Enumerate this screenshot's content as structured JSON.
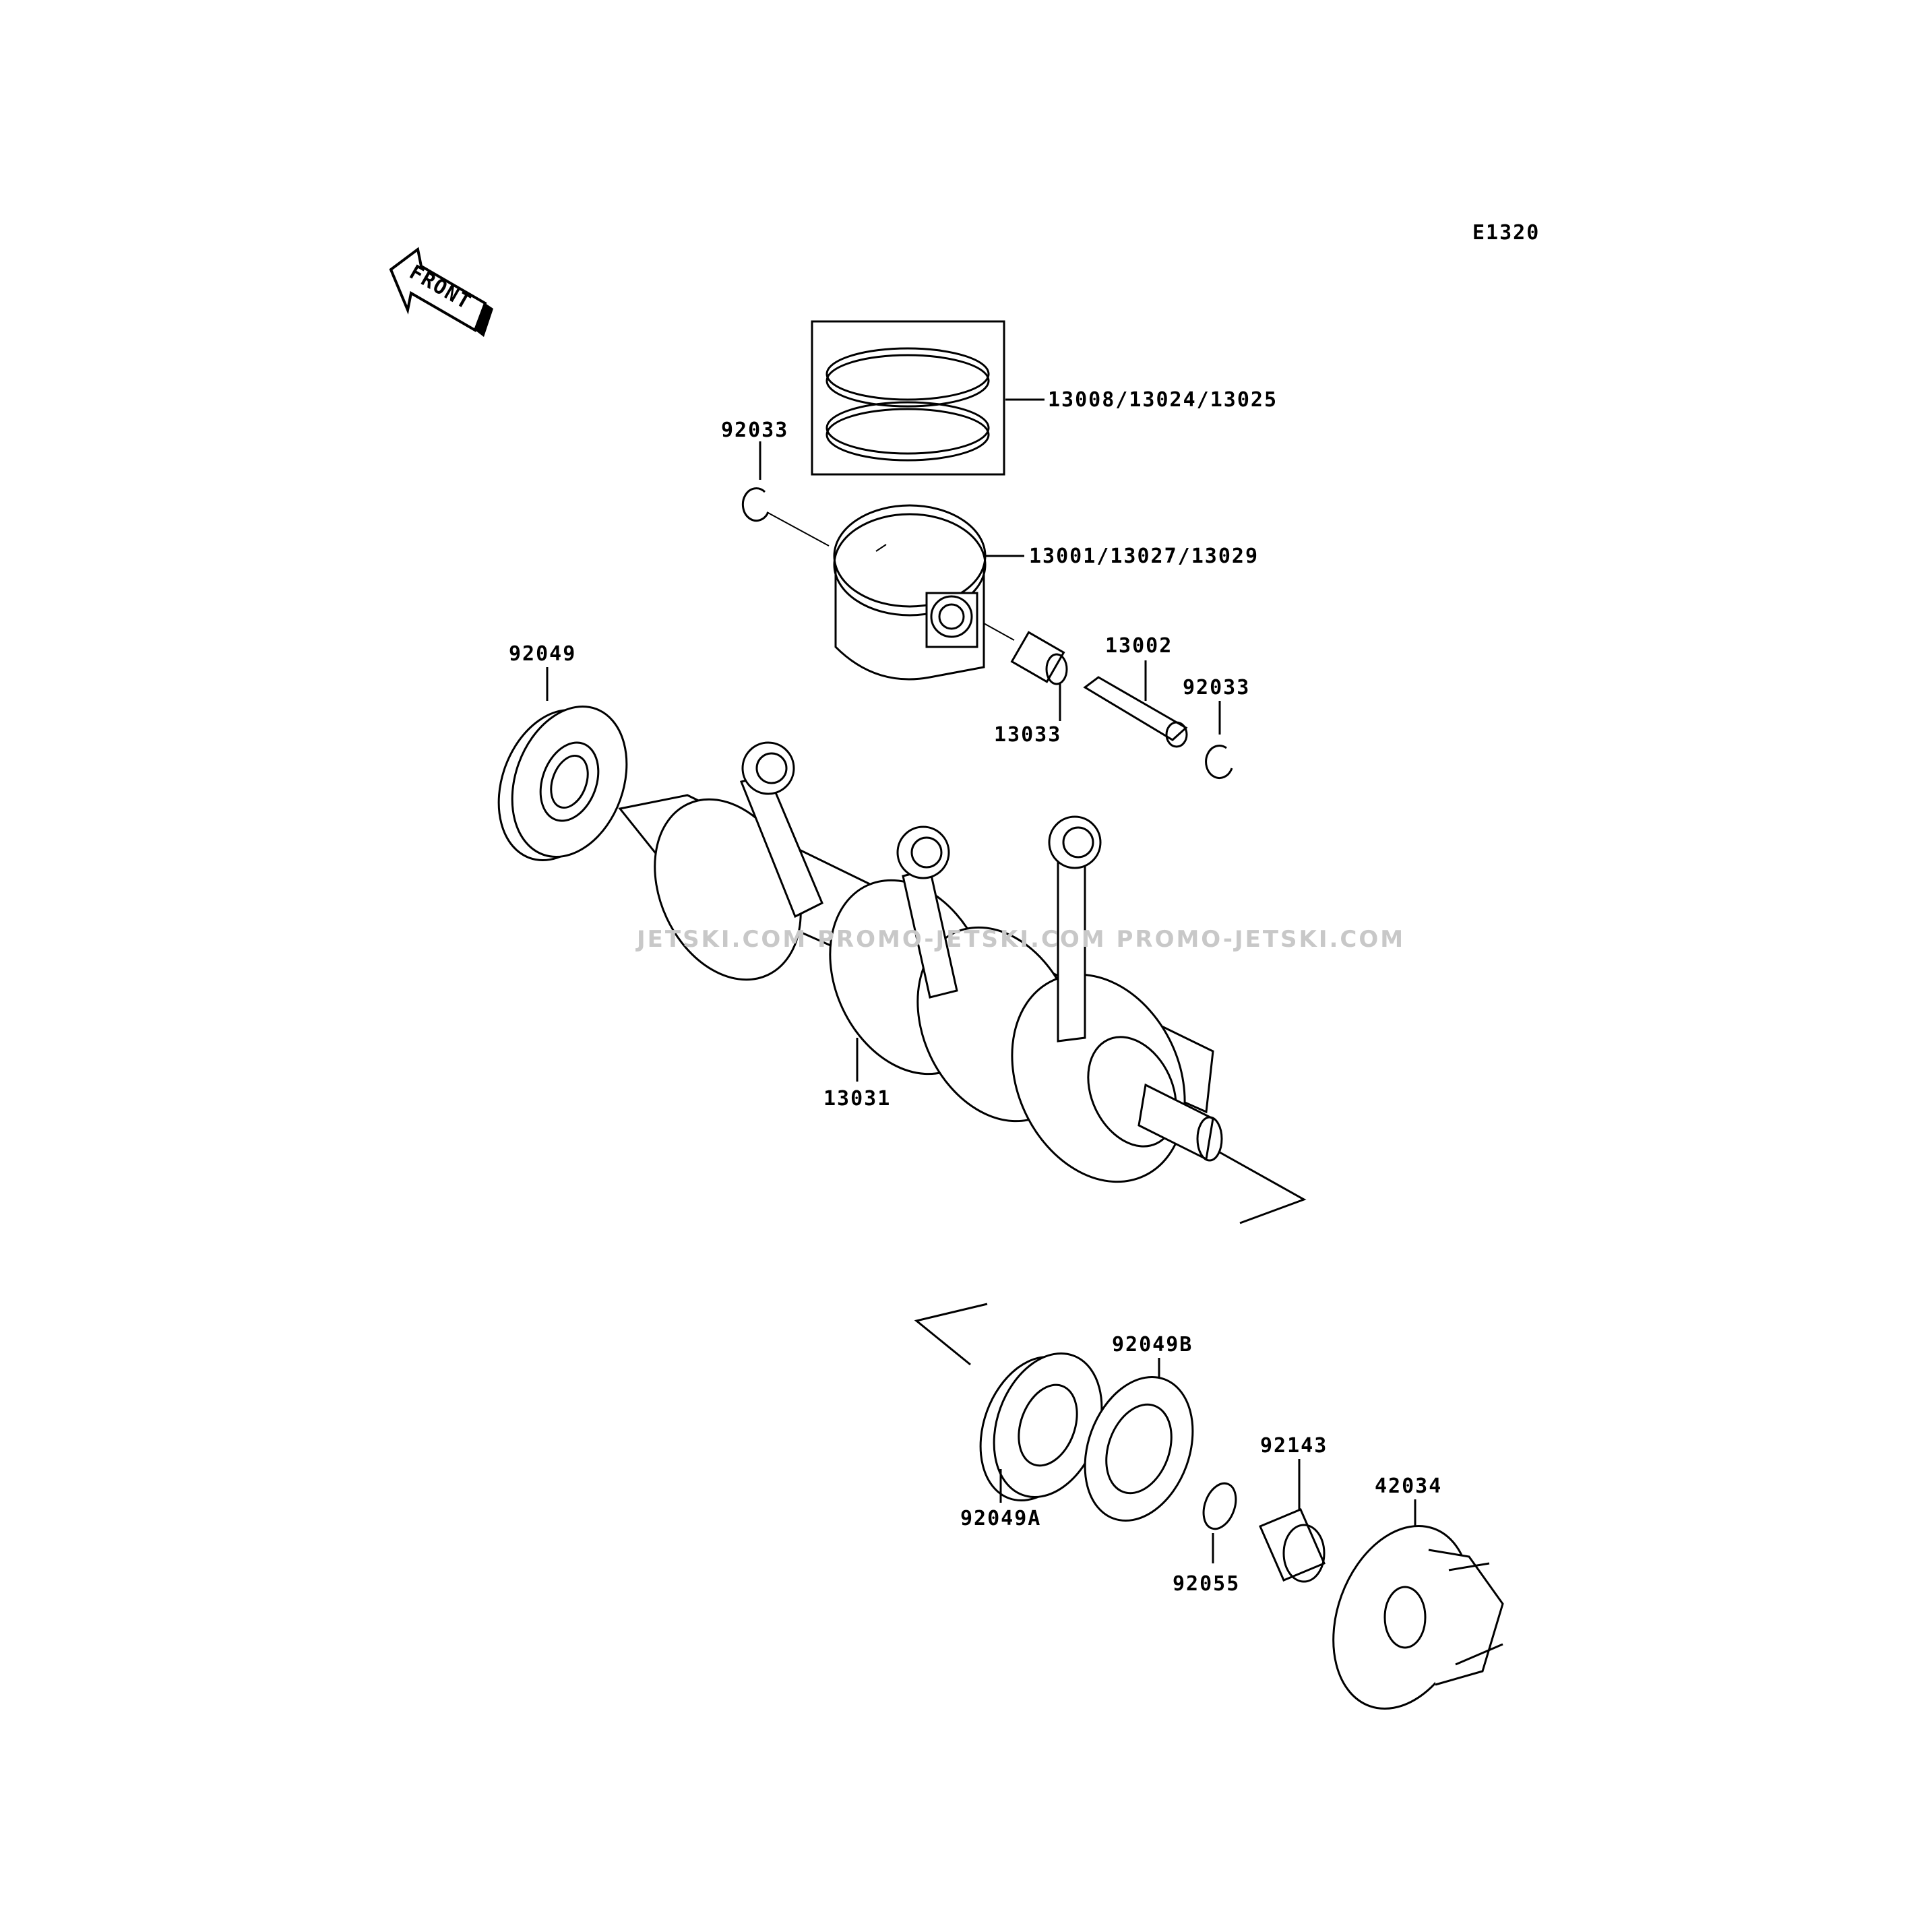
{
  "diagram": {
    "code": "E1320",
    "front_label": "FRONT",
    "watermark": "JETSKI.COM   PROMO-JETSKI.COM   PROMO-JETSKI.COM",
    "labels": {
      "rings": "13008/13024/13025",
      "circlip_top": "92033",
      "piston": "13001/13027/13029",
      "oil_seal_left": "92049",
      "piston_pin": "13002",
      "circlip_right": "92033",
      "needle_bearing": "13033",
      "crankshaft": "13031",
      "bearing_b": "92049B",
      "bearing_a": "92049A",
      "collar": "92143",
      "coupling": "42034",
      "o_ring": "92055"
    }
  }
}
